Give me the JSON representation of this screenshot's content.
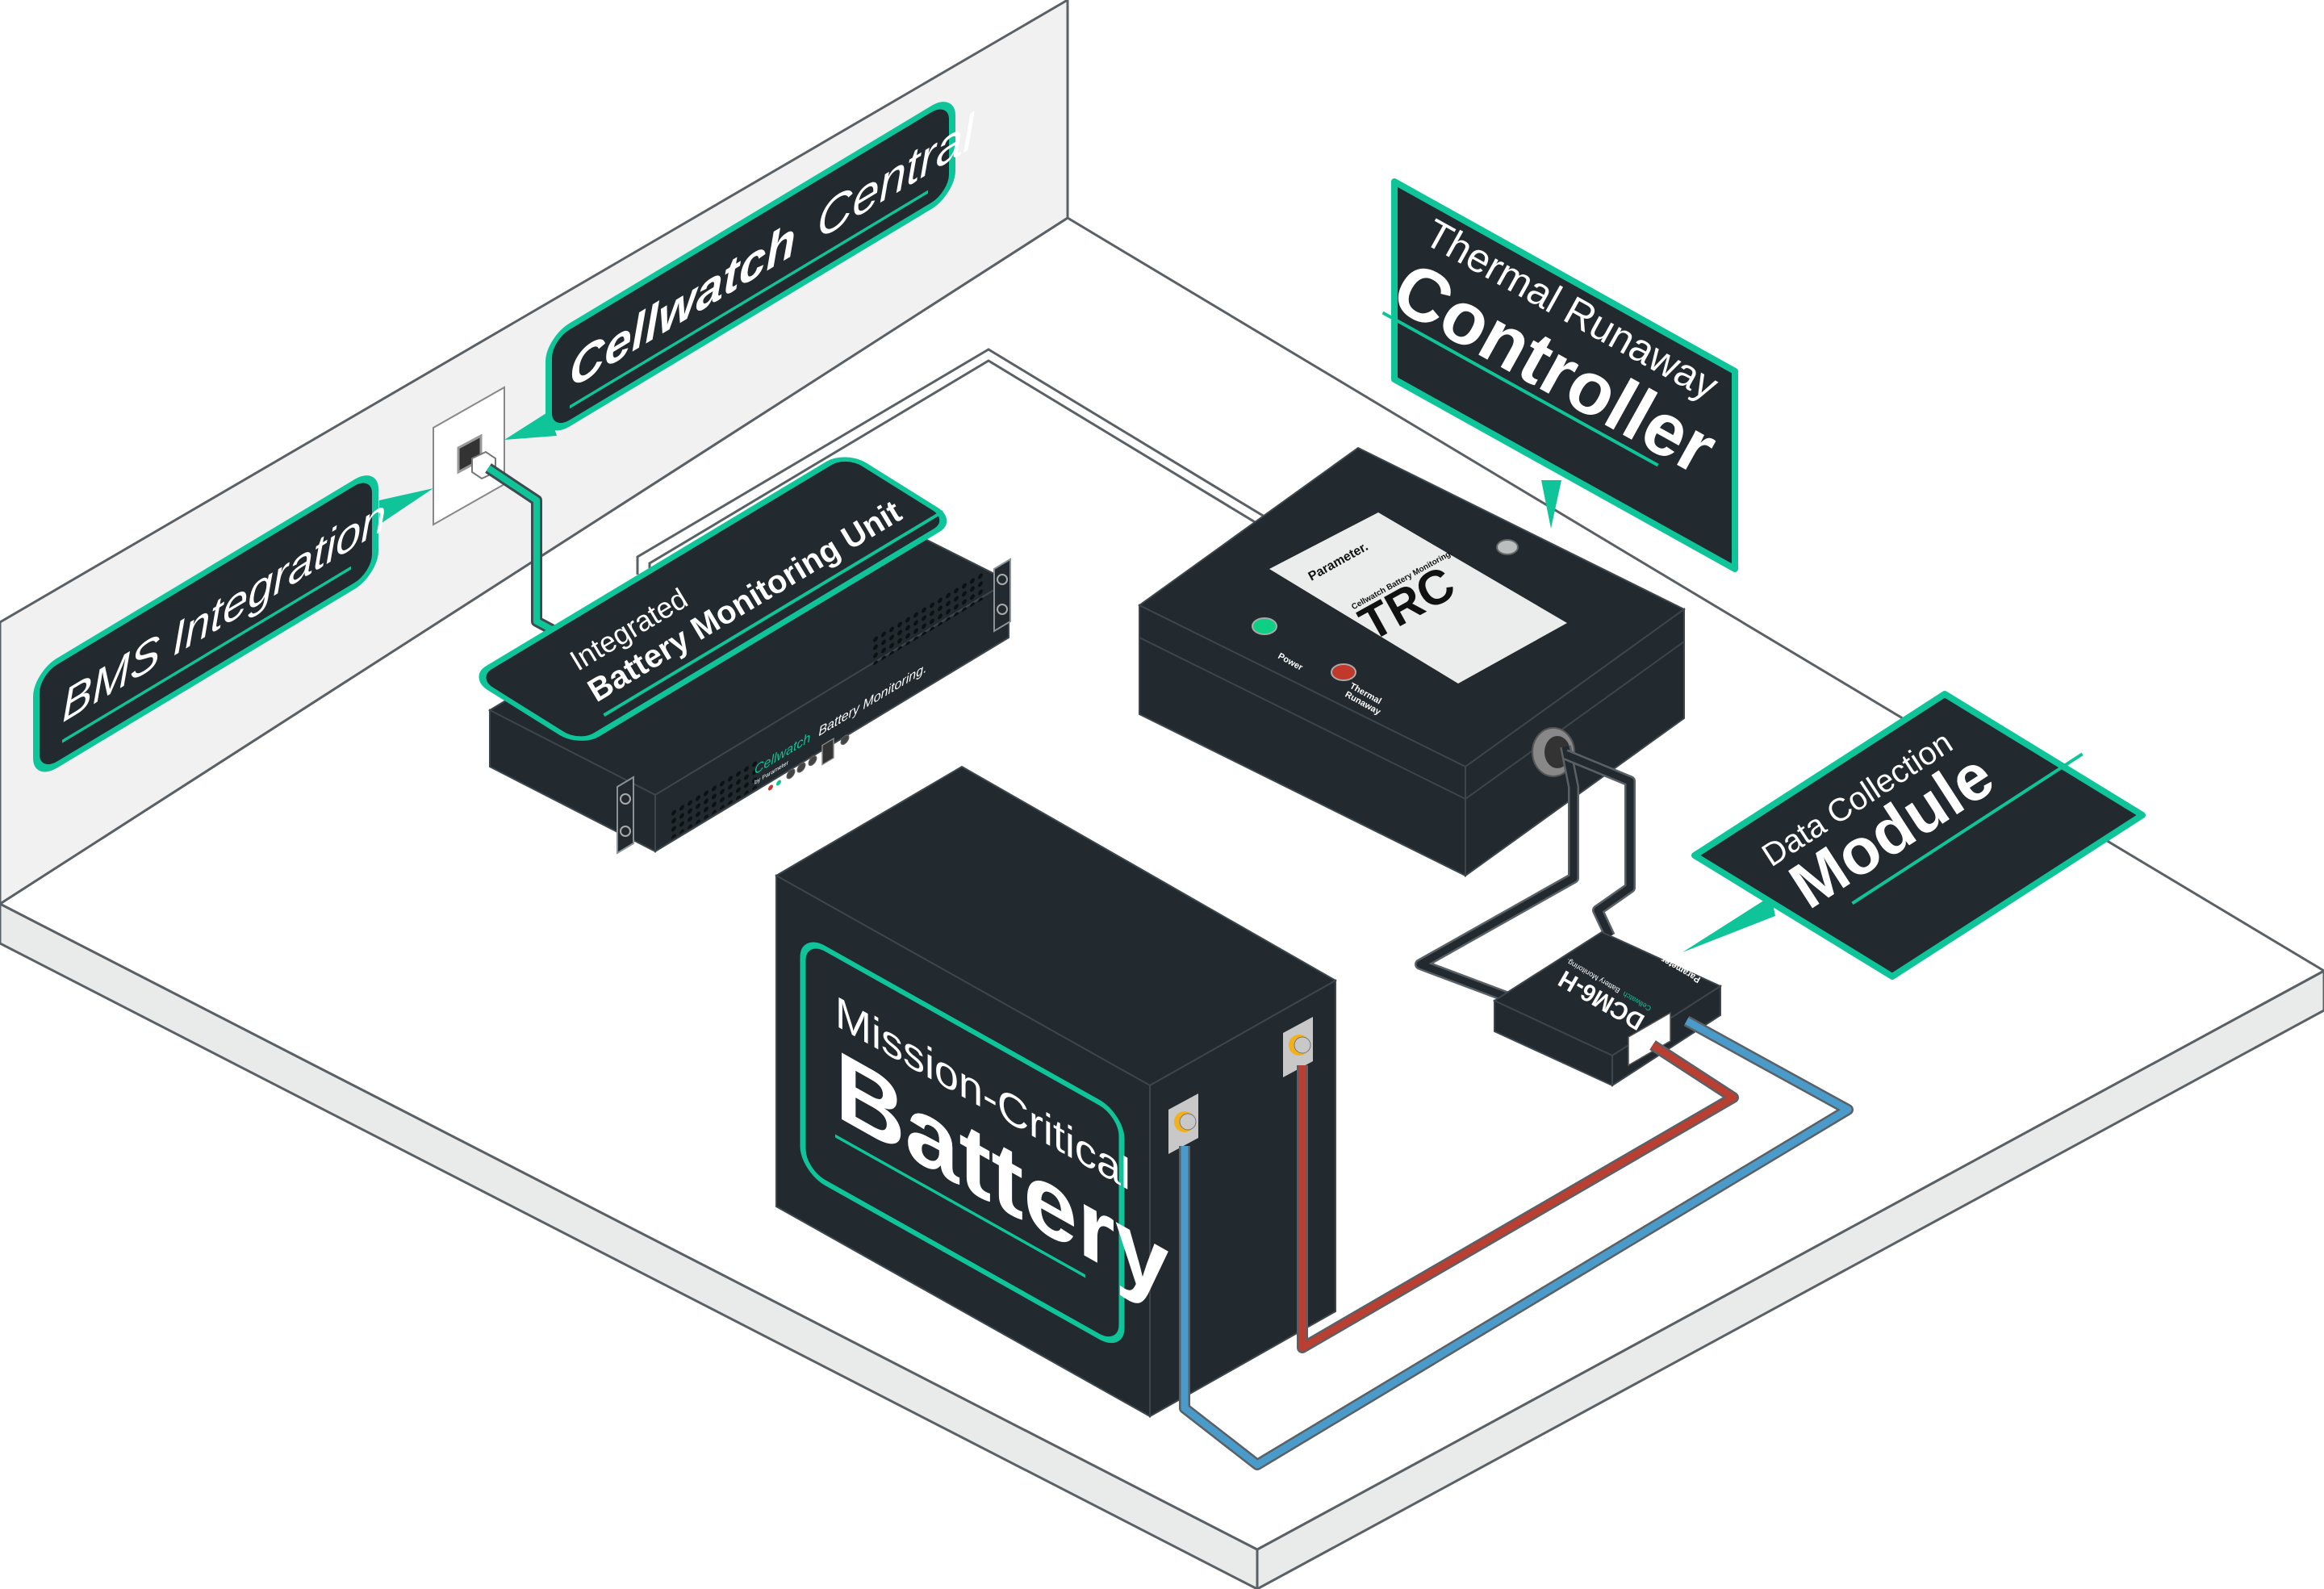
{
  "diagram": {
    "colors": {
      "accent": "#10c49a",
      "device": "#222a2f",
      "wall": "#f1f1f1",
      "floor": "#ffffff",
      "floor_edge": "#e9ebea",
      "positive_cable": "#b83f31",
      "negative_cable": "#4a9bc9",
      "data_cable": "#10c49a",
      "power_led": "#0fcf85",
      "alarm_led": "#c0392b",
      "terminal": "#f2b11b"
    },
    "callouts": {
      "bms": {
        "line1": "BMS Integration"
      },
      "central": {
        "line1_bold": "Cellwatch",
        "line1_light": "Central"
      },
      "trc": {
        "line1": "Thermal Runaway",
        "line2": "Controller"
      },
      "dcm": {
        "line1": "Data Collection",
        "line2": "Module"
      },
      "ibmu": {
        "line1": "Integrated",
        "line2": "Battery Monitoring Unit"
      },
      "battery": {
        "line1": "Mission-Critical",
        "line2": "Battery"
      }
    },
    "devices": {
      "ibmu": {
        "brand": "Cellwatch",
        "brand_suffix": "Battery Monitoring.",
        "byline": "by Parameter"
      },
      "trc": {
        "logo": "Parameter.",
        "subtitle": "Cellwatch Battery Monitoring.",
        "model": "TRC",
        "led_power_label": "Power",
        "led_alarm_label_1": "Thermal",
        "led_alarm_label_2": "Runaway"
      },
      "dcm": {
        "model": "DCM6-H",
        "subtitle_brand": "Cellwatch",
        "subtitle_rest": "Battery Monitoring.",
        "logo": "Parameter."
      }
    }
  }
}
